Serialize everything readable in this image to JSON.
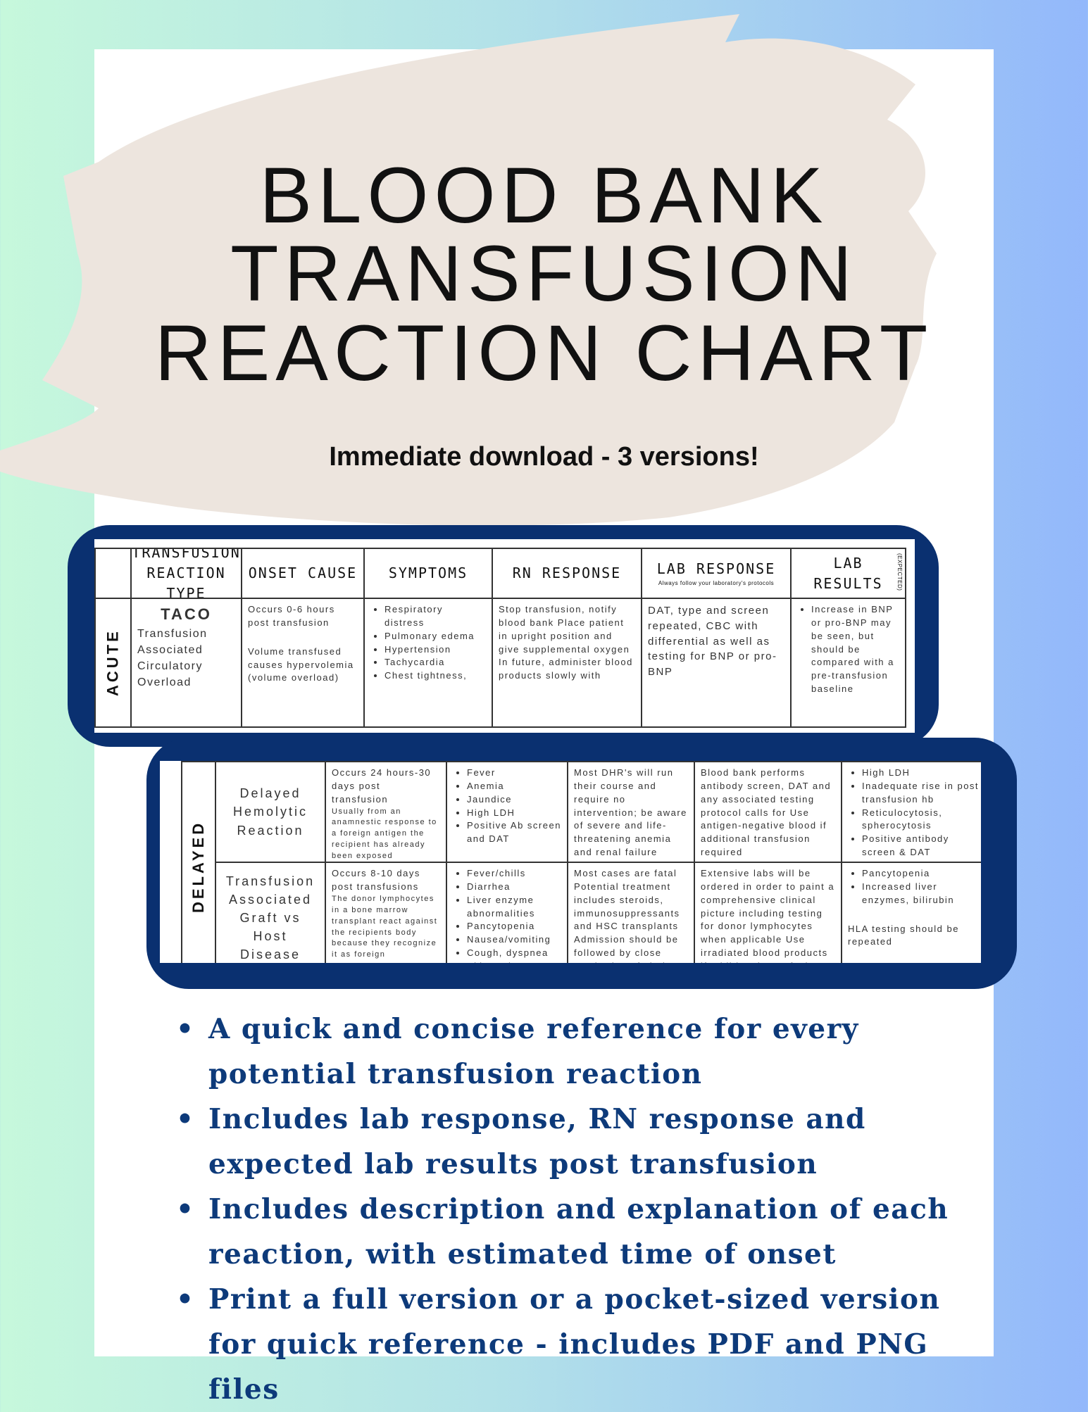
{
  "title": {
    "line1": "BLOOD BANK",
    "line2": "TRANSFUSION",
    "line3": "REACTION CHART"
  },
  "subtitle": "Immediate download - 3 versions!",
  "colors": {
    "navy": "#0a3070",
    "bullet_text": "#0d3a7a",
    "brush": "#ede5de"
  },
  "acute_table": {
    "section": "ACUTE",
    "headers": [
      "TRANSFUSION REACTION TYPE",
      "ONSET CAUSE",
      "SYMPTOMS",
      "RN RESPONSE",
      "LAB RESPONSE",
      "LAB RESULTS"
    ],
    "lab_response_note": "Always follow your laboratory's protocols",
    "lab_results_note": "(EXPECTED)",
    "row": {
      "type_title": "TACO",
      "type_desc": "Transfusion Associated Circulatory Overload",
      "onset": "Occurs 0-6 hours post transfusion",
      "cause": "Volume transfused causes hypervolemia (volume overload)",
      "symptoms": [
        "Respiratory distress",
        "Pulmonary edema",
        "Hypertension",
        "Tachycardia",
        "Chest tightness,"
      ],
      "rn": "Stop transfusion, notify blood bank Place patient in upright position and give supplemental oxygen In future, administer blood products slowly with",
      "lab": "DAT, type and screen repeated, CBC with differential as well as testing for BNP or pro-BNP",
      "results": [
        "Increase in BNP or pro-BNP may be seen, but should be compared with a pre-transfusion baseline"
      ]
    }
  },
  "delayed_table": {
    "section": "DELAYED",
    "rows": [
      {
        "type": "Delayed Hemolytic Reaction",
        "onset": "Occurs 24 hours-30 days post transfusion",
        "cause": "Usually from an anamnestic response to a foreign antigen the recipient has already been exposed",
        "symptoms": [
          "Fever",
          "Anemia",
          "Jaundice",
          "High LDH",
          "Positive Ab screen and DAT"
        ],
        "rn": "Most DHR's will run their course and require no intervention; be aware of severe and life-threatening anemia and renal failure Notify blood bank if patient will require additional transfusions",
        "lab": "Blood bank performs antibody screen, DAT and any associated testing protocol calls for Use antigen-negative blood if additional transfusion required",
        "results": [
          "High LDH",
          "Inadequate rise in post transfusion hb",
          "Reticulocytosis, spherocytosis",
          "Positive antibody screen & DAT"
        ],
        "results_note": ""
      },
      {
        "type": "Transfusion Associated Graft vs Host Disease",
        "onset": "Occurs 8-10 days post transfusions",
        "cause": "The donor lymphocytes in a bone marrow transplant react against the recipients body because they recognize it as foreign",
        "symptoms": [
          "Fever/chills",
          "Diarrhea",
          "Liver enzyme abnormalities",
          "Pancytopenia",
          "Nausea/vomiting",
          "Cough, dyspnea",
          "Skin rash"
        ],
        "rn": "Most cases are fatal Potential treatment includes steroids, immunosuppressants and HSC transplants Admission should be followed by close monitoring of vitals, labs and contact precautions",
        "lab": "Extensive labs will be ordered in order to paint a comprehensive clinical picture including testing for donor lymphocytes when applicable Use irradiated blood products if additional transfusion required",
        "results": [
          "Pancytopenia",
          "Increased liver enzymes, bilirubin"
        ],
        "results_note": "HLA testing should be repeated"
      }
    ]
  },
  "bullets": [
    "A quick and concise reference for every potential transfusion reaction",
    "Includes lab response, RN response and expected lab results post transfusion",
    "Includes description and explanation of each reaction, with estimated time of onset",
    "Print a full version or a pocket-sized version for quick reference - includes PDF and PNG files"
  ]
}
